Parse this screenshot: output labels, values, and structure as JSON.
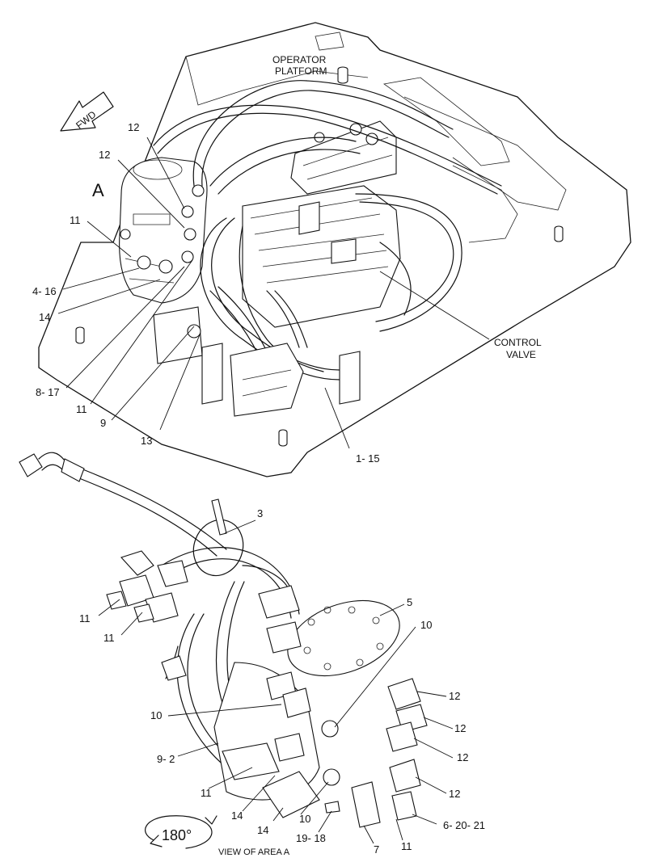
{
  "labels": {
    "operator_platform_1": "OPERATOR",
    "operator_platform_2": "PLATFORM",
    "fwd": "FWD",
    "view_letter": "A",
    "control_valve_1": "CONTROL",
    "control_valve_2": "VALVE",
    "rotation": "180°",
    "view_of_area": "VIEW OF AREA A"
  },
  "callouts": {
    "top_12a": "12",
    "top_12b": "12",
    "top_11a": "11",
    "top_4_16": "4- 16",
    "top_14": "14",
    "top_8_17": "8- 17",
    "top_11b": "11",
    "top_9": "9",
    "top_13": "13",
    "top_1_15": "1- 15",
    "bot_3": "3",
    "bot_11a": "11",
    "bot_11b": "11",
    "bot_5": "5",
    "bot_10a": "10",
    "bot_12a": "12",
    "bot_12b": "12",
    "bot_12c": "12",
    "bot_12d": "12",
    "bot_10b": "10",
    "bot_9_2": "9- 2",
    "bot_11c": "11",
    "bot_14a": "14",
    "bot_14b": "14",
    "bot_10c": "10",
    "bot_19_18": "19- 18",
    "bot_7": "7",
    "bot_11d": "11",
    "bot_6_20_21": "6- 20- 21"
  }
}
